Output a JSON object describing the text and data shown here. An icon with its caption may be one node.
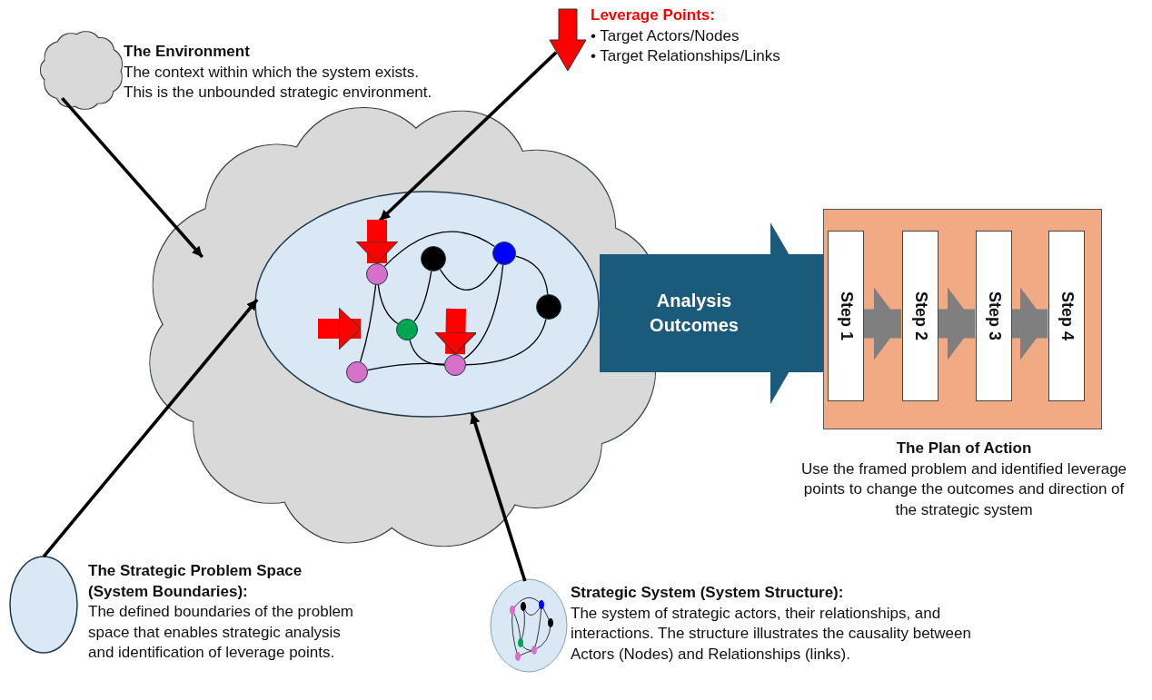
{
  "diagram": {
    "nodes": [
      {
        "text": [],
        "shape": "cloud",
        "beside": [
          "The Environment",
          "The context within which the system exists. This is the unbounded strategic environment."
        ]
      },
      {
        "text": [],
        "shape": "cloud"
      },
      {
        "text": [],
        "shape": "ellipse",
        "in": 1
      },
      {
        "text": [],
        "shape": "circle",
        "in": 2
      },
      {
        "text": [],
        "shape": "circle",
        "in": 2
      },
      {
        "text": [],
        "shape": "circle",
        "in": 2
      },
      {
        "text": [],
        "shape": "circle",
        "in": 2
      },
      {
        "text": [],
        "shape": "circle",
        "in": 2
      },
      {
        "text": [],
        "shape": "circle",
        "in": 2
      },
      {
        "text": [],
        "shape": "circle",
        "in": 2
      },
      {
        "text": [],
        "shape": "arrow",
        "beside": [
          "Leverage Points:",
          "• Target Actors/Nodes",
          "• Target Relationships/Links"
        ]
      },
      {
        "text": [],
        "shape": "box",
        "beside": [
          "The Plan of Action",
          "Use the framed problem and identified leverage points to change the outcomes and direction of the strategic system"
        ]
      },
      {
        "text": [
          "Step 1"
        ],
        "in": 11
      },
      {
        "text": [
          "Step 2"
        ],
        "in": 11
      },
      {
        "text": [
          "Step 3"
        ],
        "in": 11
      },
      {
        "text": [
          "Step 4"
        ],
        "in": 11
      },
      {
        "text": [],
        "shape": "ellipse",
        "beside": [
          "The Strategic Problem Space (System Boundaries):",
          "The defined boundaries of the problem space that enables strategic analysis and identification of leverage points."
        ]
      },
      {
        "text": [],
        "shape": "circle",
        "beside": [
          "Strategic System (System Structure):",
          "The system of strategic actors, their relationships, and interactions. The structure illustrates the causality between Actors (Nodes) and Relationships (links)."
        ]
      }
    ],
    "edges": [
      {
        "from": 0,
        "to": 1,
        "arrow": "to"
      },
      {
        "from": 10,
        "to": 2,
        "arrow": "to"
      },
      {
        "from": 16,
        "to": 2,
        "arrow": "to"
      },
      {
        "from": 17,
        "to": 2,
        "arrow": "to"
      },
      {
        "from": 3,
        "to": 5,
        "arrow": "none"
      },
      {
        "from": 3,
        "to": 8,
        "arrow": "none"
      },
      {
        "from": 3,
        "to": 7,
        "arrow": "none"
      },
      {
        "from": 4,
        "to": 5,
        "arrow": "none"
      },
      {
        "from": 4,
        "to": 7,
        "arrow": "none"
      },
      {
        "from": 7,
        "to": 9,
        "arrow": "none"
      },
      {
        "from": 8,
        "to": 9,
        "arrow": "none"
      },
      {
        "from": 5,
        "to": 9,
        "arrow": "none"
      },
      {
        "from": 5,
        "to": 6,
        "arrow": "none"
      },
      {
        "from": 6,
        "to": 9,
        "arrow": "none"
      },
      {
        "from": 12,
        "to": 13,
        "arrow": "to",
        "style": "thick",
        "color": "#7f7f7f"
      },
      {
        "from": 13,
        "to": 14,
        "arrow": "to",
        "style": "thick",
        "color": "#7f7f7f"
      },
      {
        "from": 14,
        "to": 15,
        "arrow": "to",
        "style": "thick",
        "color": "#7f7f7f"
      },
      {
        "from": 2,
        "to": 11,
        "arrow": "to",
        "label": "Analysis Outcomes",
        "style": "thick",
        "color": "#1a5a7a"
      },
      {
        "from": null,
        "to": 3,
        "arrow": "to",
        "style": "thick",
        "color": "#ff0000"
      },
      {
        "from": null,
        "to": 9,
        "arrow": "to",
        "style": "thick",
        "color": "#ff0000"
      },
      {
        "from": null,
        "to": 8,
        "arrow": "to",
        "style": "thick",
        "color": "#ff0000"
      }
    ]
  }
}
